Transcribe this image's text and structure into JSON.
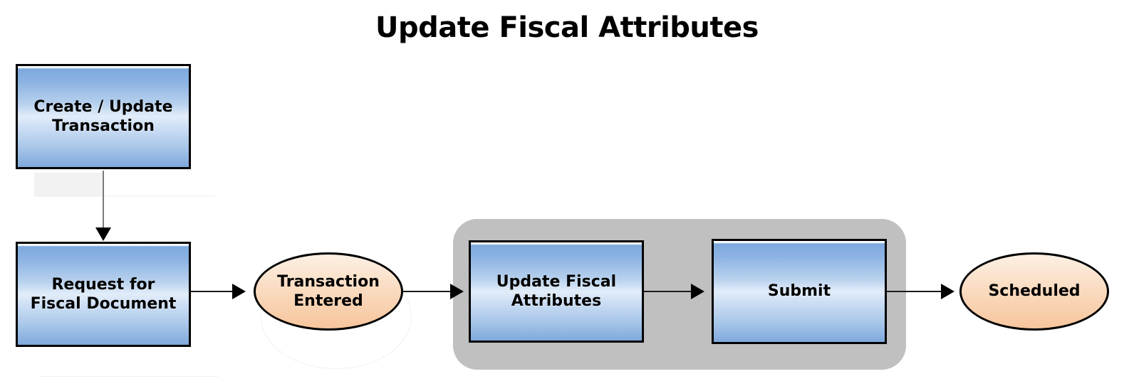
{
  "diagram": {
    "title": "Update Fiscal Attributes",
    "type": "flowchart",
    "background_color": "#ffffff",
    "group_container": {
      "name": "fiscal-attributes-group",
      "fill_color": "#c0c0c0"
    },
    "nodes": [
      {
        "id": "create-update-transaction",
        "shape": "process-box",
        "label": "Create / Update\nTransaction",
        "fill": "#8db3e2",
        "border": "#000000"
      },
      {
        "id": "request-for-fiscal-document",
        "shape": "process-box",
        "label": "Request for\nFiscal Document",
        "fill": "#8db3e2",
        "border": "#000000"
      },
      {
        "id": "transaction-entered",
        "shape": "state-ellipse",
        "label": "Transaction\nEntered",
        "fill": "#f9d5b6",
        "border": "#000000"
      },
      {
        "id": "update-fiscal-attributes",
        "shape": "process-box",
        "label": "Update Fiscal\nAttributes",
        "fill": "#8db3e2",
        "border": "#000000"
      },
      {
        "id": "submit",
        "shape": "process-box",
        "label": "Submit",
        "fill": "#8db3e2",
        "border": "#000000"
      },
      {
        "id": "scheduled",
        "shape": "state-ellipse",
        "label": "Scheduled",
        "fill": "#f9d5b6",
        "border": "#000000"
      }
    ],
    "edges": [
      {
        "id": "edge-create-to-request",
        "from": "create-update-transaction",
        "to": "request-for-fiscal-document",
        "direction": "down",
        "label": ""
      },
      {
        "id": "edge-request-to-entered",
        "from": "request-for-fiscal-document",
        "to": "transaction-entered",
        "direction": "right",
        "label": ""
      },
      {
        "id": "edge-entered-to-update",
        "from": "transaction-entered",
        "to": "update-fiscal-attributes",
        "direction": "right",
        "label": ""
      },
      {
        "id": "edge-update-to-submit",
        "from": "update-fiscal-attributes",
        "to": "submit",
        "direction": "right",
        "label": ""
      },
      {
        "id": "edge-submit-to-scheduled",
        "from": "submit",
        "to": "scheduled",
        "direction": "right",
        "label": ""
      }
    ]
  }
}
